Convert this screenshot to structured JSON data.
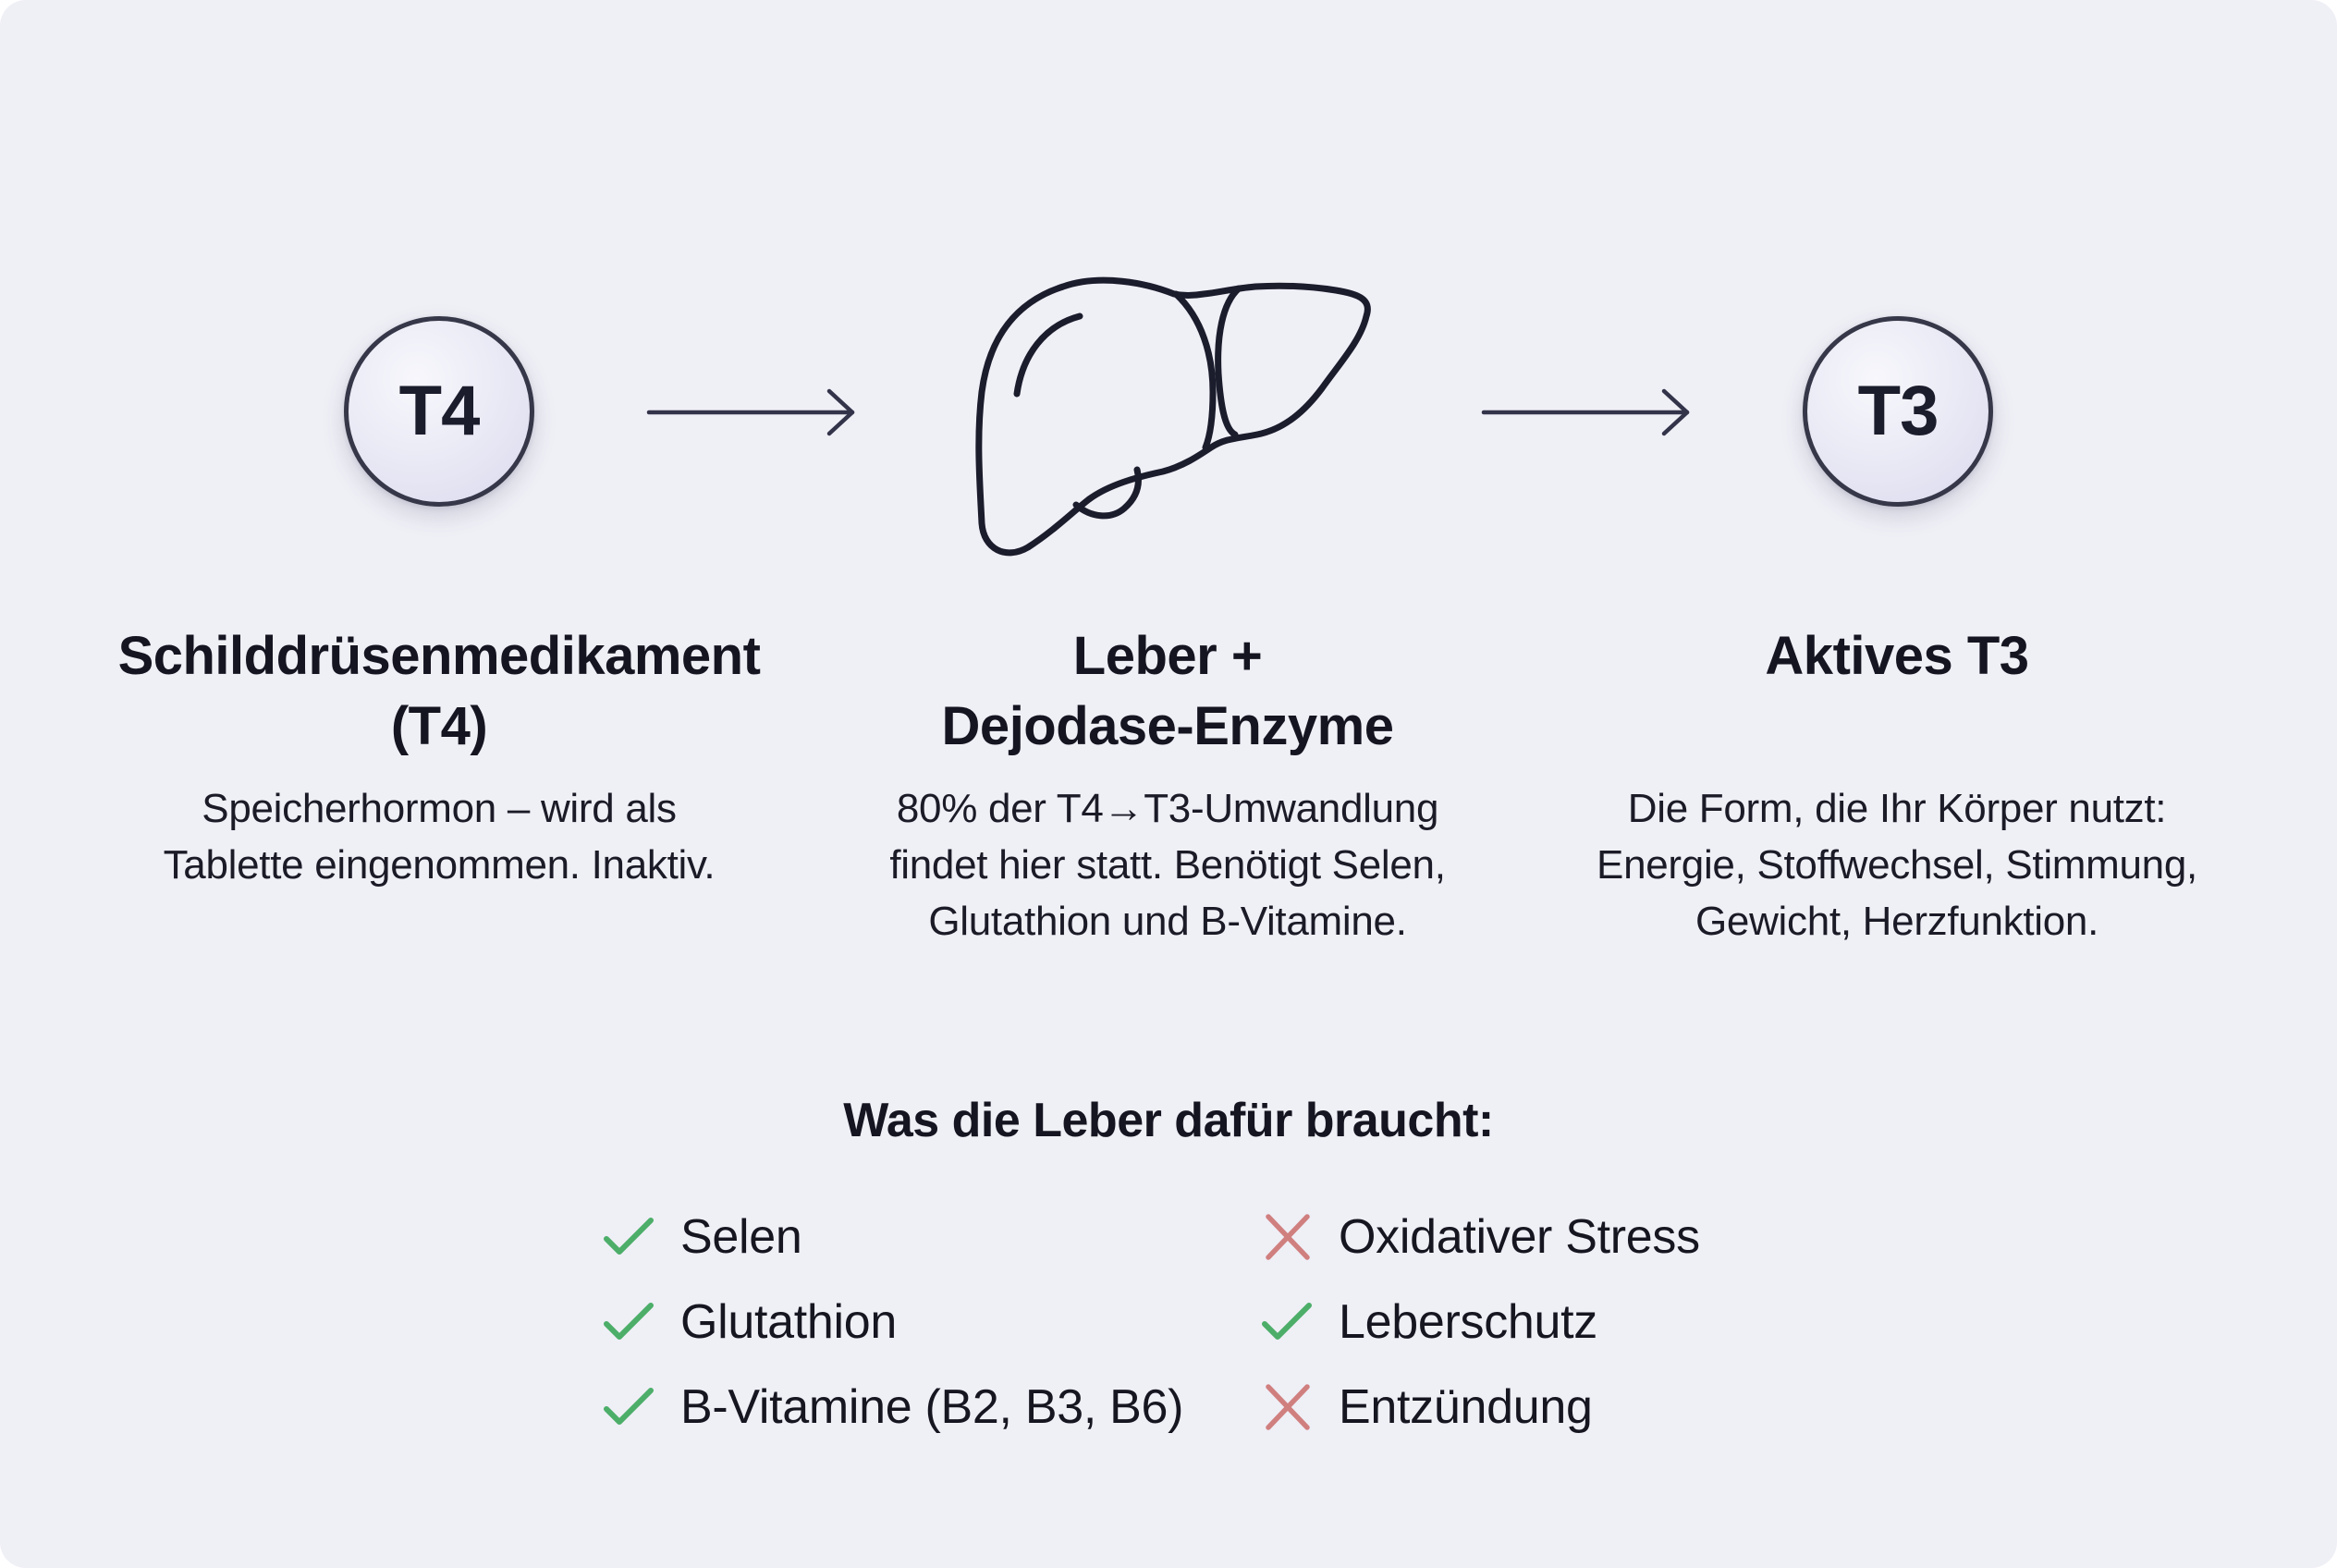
{
  "flow": {
    "nodes": [
      {
        "id": "t4",
        "circle_label": "T4"
      },
      {
        "id": "liver",
        "icon": "liver-icon"
      },
      {
        "id": "t3",
        "circle_label": "T3"
      }
    ],
    "arrows": [
      {
        "from": "t4",
        "to": "liver",
        "icon": "arrow-right-icon"
      },
      {
        "from": "liver",
        "to": "t3",
        "icon": "arrow-right-icon"
      }
    ]
  },
  "columns": [
    {
      "title_line1": "Schilddrüsenmedikament",
      "title_line2": "(T4)",
      "body_line1": "Speicherhormon – wird als",
      "body_line2": "Tablette eingenommen. Inaktiv.",
      "body_line3": ""
    },
    {
      "title_line1": "Leber +",
      "title_line2": "Dejodase-Enzyme",
      "body_line1": "80% der T4→T3-Umwandlung",
      "body_line2": "findet hier statt. Benötigt Selen,",
      "body_line3": "Glutathion und B-Vitamine."
    },
    {
      "title_line1": "Aktives T3",
      "title_line2": "",
      "body_line1": "Die Form, die Ihr Körper nutzt:",
      "body_line2": "Energie, Stoffwechsel, Stimmung,",
      "body_line3": "Gewicht, Herzfunktion."
    }
  ],
  "needs": {
    "heading": "Was die Leber dafür braucht:",
    "left_list": [
      {
        "icon": "check-icon",
        "status": "positive",
        "label": "Selen"
      },
      {
        "icon": "check-icon",
        "status": "positive",
        "label": "Glutathion"
      },
      {
        "icon": "check-icon",
        "status": "positive",
        "label": "B-Vitamine (B2, B3, B6)"
      }
    ],
    "right_list": [
      {
        "icon": "x-icon",
        "status": "negative",
        "label": "Oxidativer Stress"
      },
      {
        "icon": "check-icon",
        "status": "positive",
        "label": "Leberschutz"
      },
      {
        "icon": "x-icon",
        "status": "negative",
        "label": "Entzündung"
      }
    ]
  },
  "colors": {
    "background": "#efeff6",
    "text": "#141520",
    "outline": "#363748",
    "check_green": "#4cae69",
    "cross_red": "#d07f7f"
  }
}
